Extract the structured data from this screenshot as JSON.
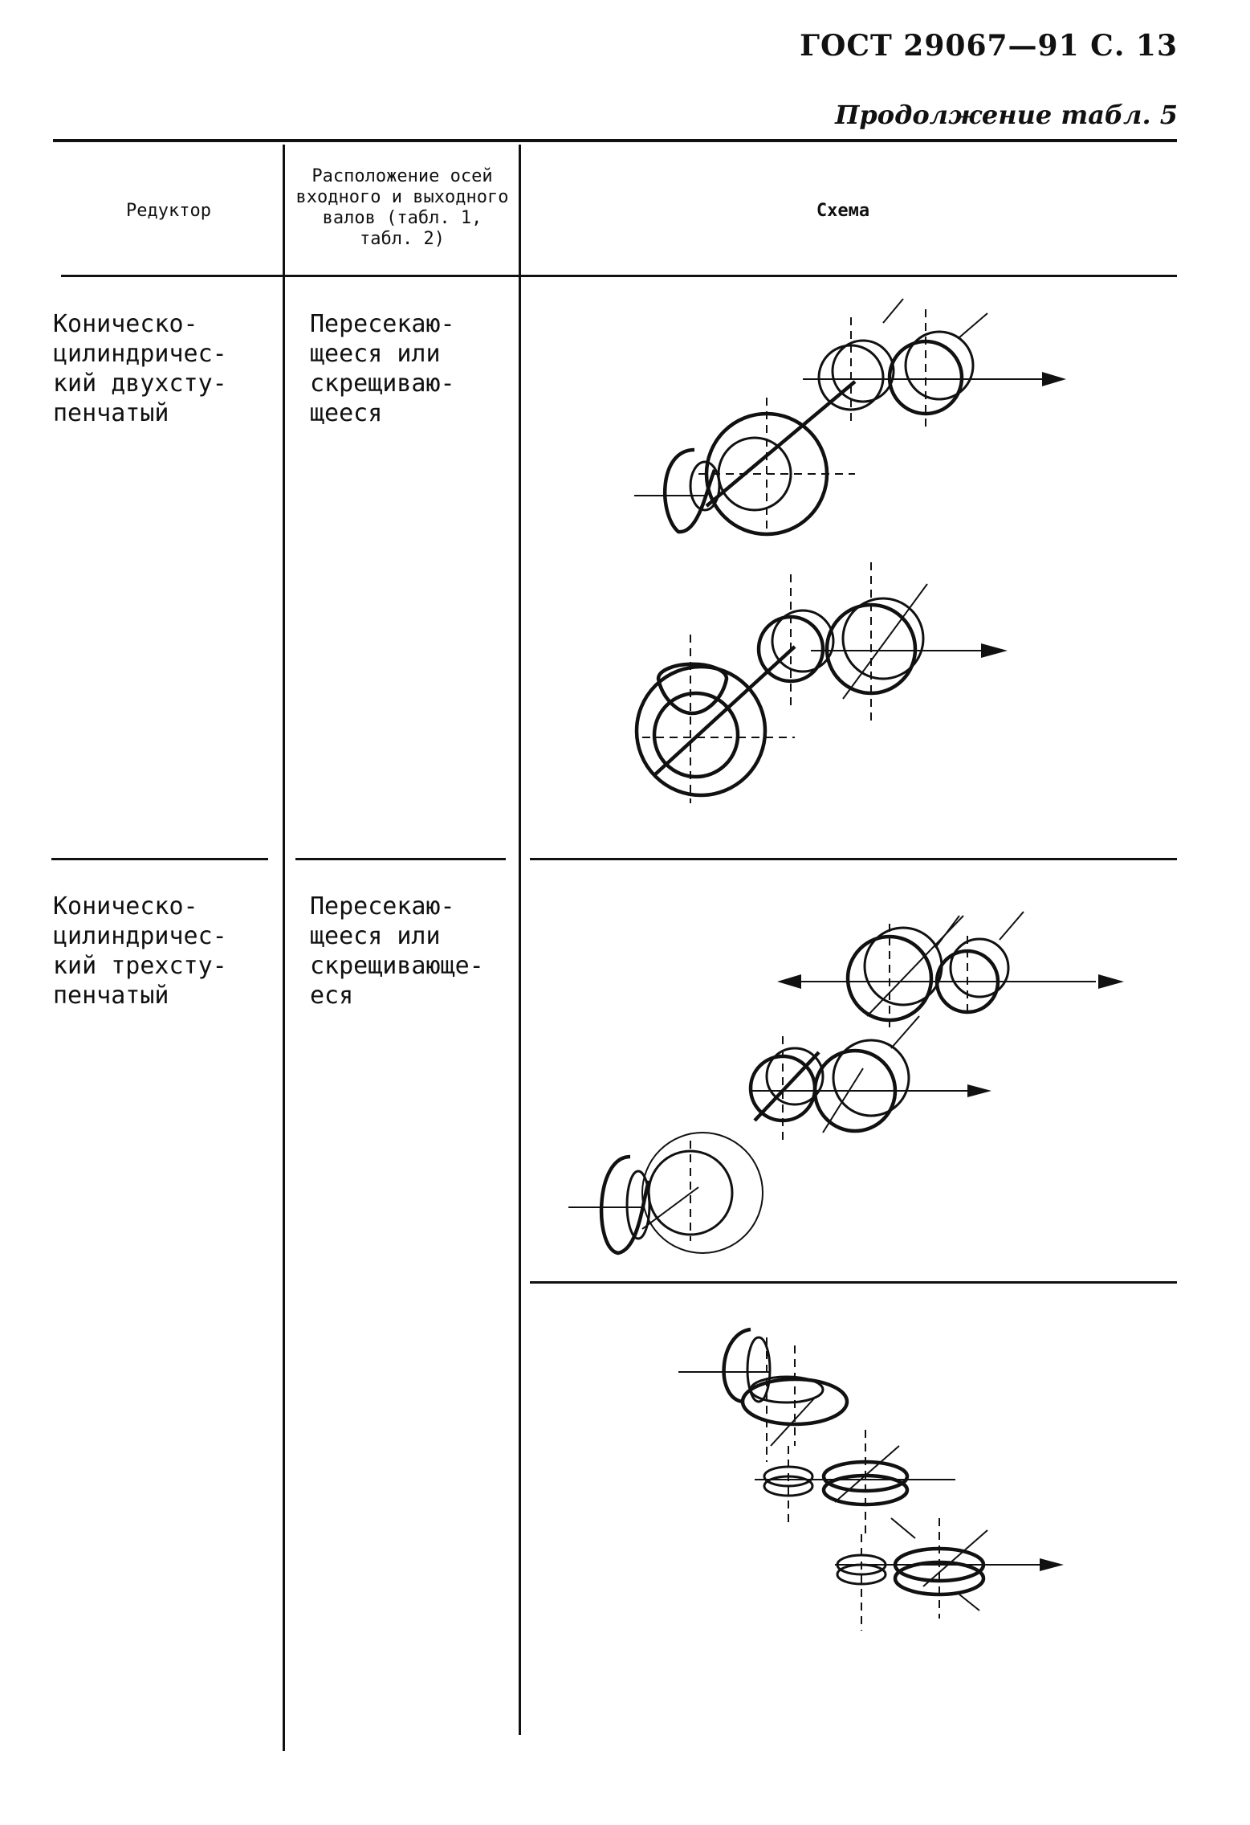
{
  "header": {
    "standard": "ГОСТ 29067—91 С. 13",
    "continuation": "Продолжение табл. 5"
  },
  "table": {
    "columns": [
      "Редуктор",
      "Расположение осей входного и выходного валов (табл. 1, табл. 2)",
      "Схема"
    ],
    "rows": [
      {
        "reducer": "Коническо-\nцилиндричес-\nкий двухсту-\nпенчатый",
        "axes": "Пересекаю-\nщееся или\nскрещиваю-\nщееся"
      },
      {
        "reducer": "Коническо-\nцилиндричес-\nкий трехсту-\nпенчатый",
        "axes": "Пересекаю-\nщееся или\nскрещивающе-\nеся"
      }
    ]
  },
  "schemes": [
    {
      "icon": "bevel-cylindrical-two-stage-gear-scheme-a"
    },
    {
      "icon": "bevel-cylindrical-two-stage-gear-scheme-b"
    },
    {
      "icon": "bevel-cylindrical-three-stage-gear-scheme-a"
    },
    {
      "icon": "bevel-cylindrical-three-stage-gear-scheme-b"
    }
  ]
}
